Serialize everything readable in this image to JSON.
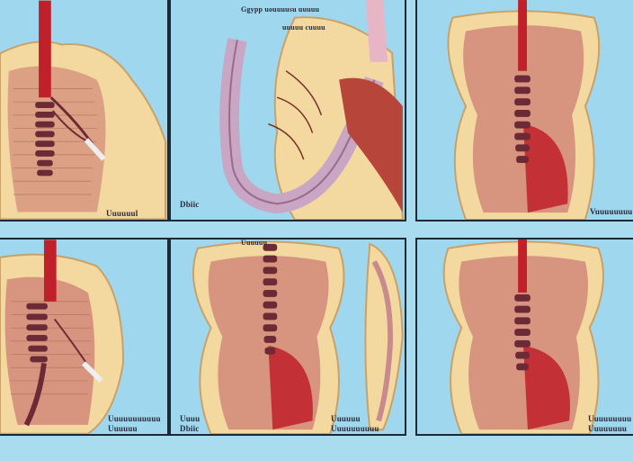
{
  "colors": {
    "background": "#a9dcef",
    "panel_border": "#1e2a33",
    "tissue": "#f3d9a0",
    "muscle": "#c98a8e",
    "vessel": "#c0202a",
    "spine": "#6b2a35"
  },
  "labels": {
    "p1_caption": "Uuuuuul",
    "p2_caption": "Dbiic",
    "p2_top_a": "Ggypp uouuuusu uuuuu",
    "p2_top_b": "uuuuu cuuuu",
    "p3_caption": "Vuuuuuuuu",
    "p4_caption_a": "Uuuuuuuuuuu",
    "p4_caption_b": "Uuuuuu",
    "p5_top": "Uuuuuu",
    "p5_caption_left_a": "Uuuu",
    "p5_caption_left_b": "Dbiic",
    "p5_caption_right_a": "Uuuuuu",
    "p5_caption_right_b": "Uuuuuuuuuu",
    "p6_caption_a": "Uuuuuuuuu",
    "p6_caption_b": "Uuuuuuuu"
  }
}
